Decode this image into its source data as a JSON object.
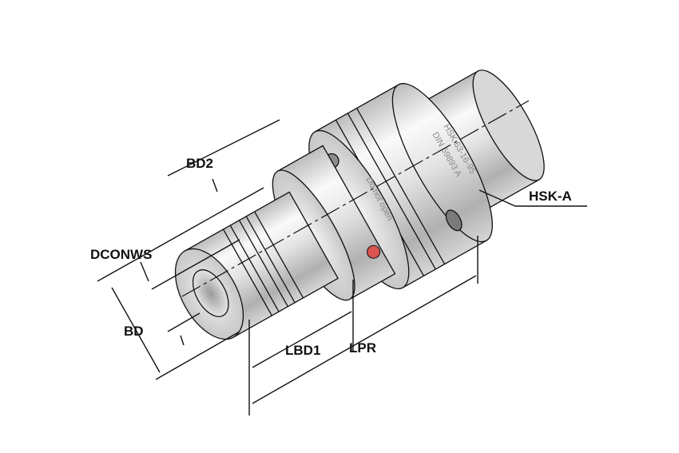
{
  "labels": {
    "bd2": "BD2",
    "dconws": "DCONWS",
    "bd": "BD",
    "lbd1": "LBD1",
    "lpr": "LPR",
    "hsk_a": "HSK-A"
  },
  "engraving": {
    "line1": "HSK 63-16-95",
    "line2": "DIN 69893 A",
    "line3": "Do not open"
  },
  "colors": {
    "metal_light": "#f4f4f4",
    "metal_mid": "#c9c9c9",
    "metal_dark": "#8c8c8c",
    "indicator_red": "#d9534f"
  }
}
